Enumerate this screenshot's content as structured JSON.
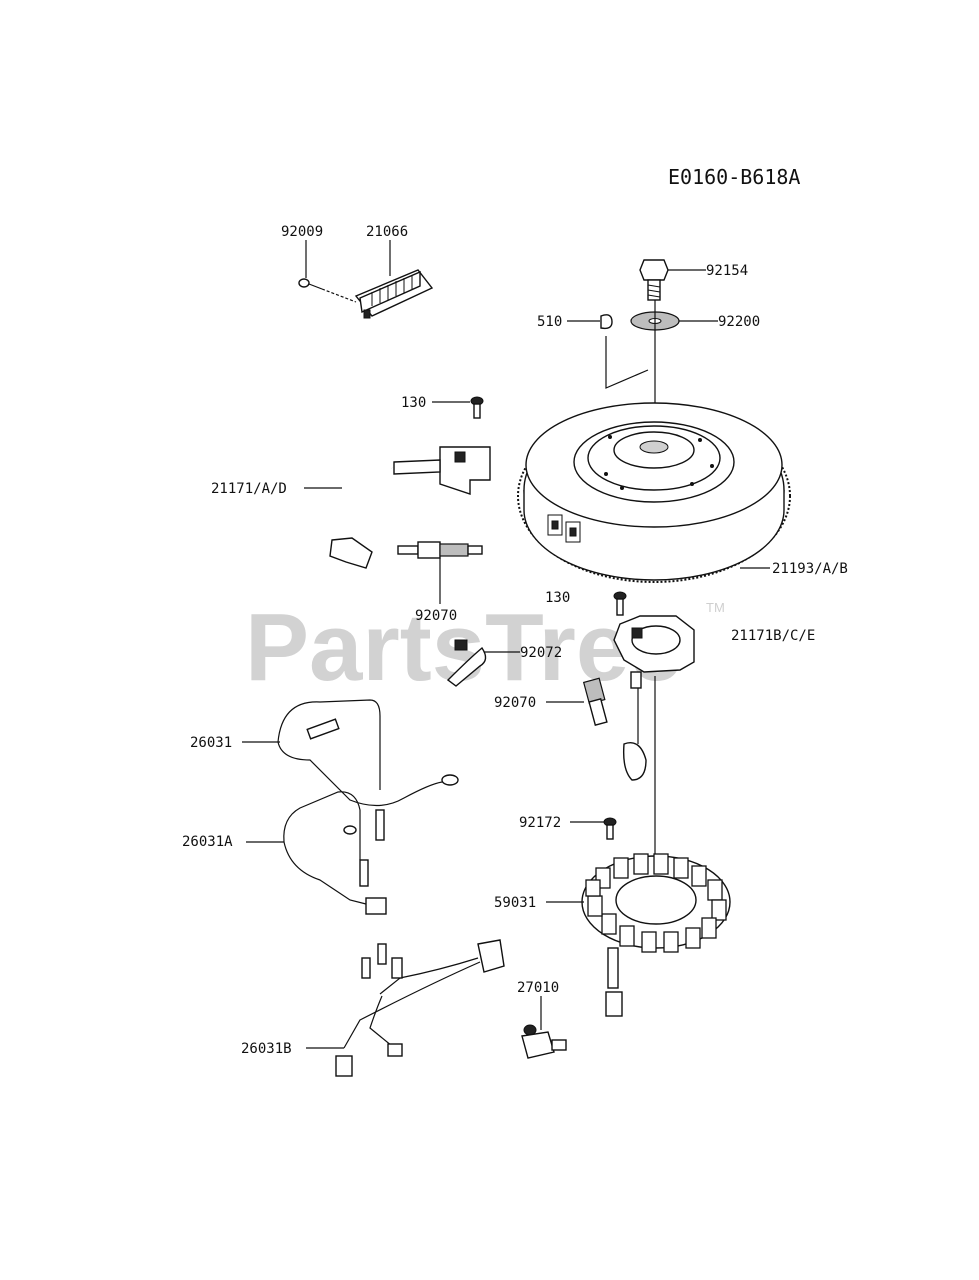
{
  "diagram": {
    "code": "E0160-B618A",
    "watermark": "PartsTree",
    "watermark_tm": "TM",
    "callouts": {
      "p92009": "92009",
      "p21066": "21066",
      "p92154": "92154",
      "p510": "510",
      "p92200": "92200",
      "p130a": "130",
      "p21171ad": "21171/A/D",
      "p21193ab": "21193/A/B",
      "p92070a": "92070",
      "p130b": "130",
      "p21171bce": "21171B/C/E",
      "p92072": "92072",
      "p92070b": "92070",
      "p26031": "26031",
      "p26031a": "26031A",
      "p92172": "92172",
      "p59031": "59031",
      "p27010": "27010",
      "p26031b": "26031B"
    }
  }
}
